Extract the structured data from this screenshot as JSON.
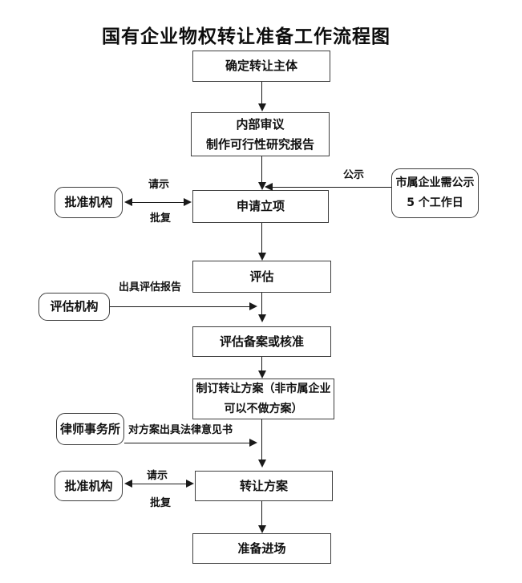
{
  "title": "国有企业物权转让准备工作流程图",
  "nodes": {
    "determine_subject": {
      "line1": "确定转让主体"
    },
    "internal_review": {
      "line1": "内部审议",
      "line2": "制作可行性研究报告"
    },
    "apply_project": {
      "line1": "申请立项"
    },
    "evaluation": {
      "line1": "评估"
    },
    "evaluation_filing": {
      "line1": "评估备案或核准"
    },
    "draft_plan": {
      "line1": "制订转让方案（非市属企业",
      "line2": "可以不做方案）"
    },
    "transfer_plan": {
      "line1": "转让方案"
    },
    "prepare_entry": {
      "line1": "准备进场"
    },
    "approval_org_top": {
      "line1": "批准机构"
    },
    "public_notice_box": {
      "line1": "市属企业需公示",
      "line2": "5 个工作日"
    },
    "evaluation_org": {
      "line1": "评估机构"
    },
    "law_firm": {
      "line1": "律师事务所"
    },
    "approval_org_bottom": {
      "line1": "批准机构"
    }
  },
  "edge_labels": {
    "request_top": "请示",
    "reply_top": "批复",
    "public_notice": "公示",
    "issue_eval_report": "出具评估报告",
    "legal_opinion": "对方案出具法律意见书",
    "request_bottom": "请示",
    "reply_bottom": "批复"
  },
  "colors": {
    "background": "#ffffff",
    "line": "#1a1a1a",
    "box_border": "#3d3d3d",
    "text": "#111111"
  }
}
